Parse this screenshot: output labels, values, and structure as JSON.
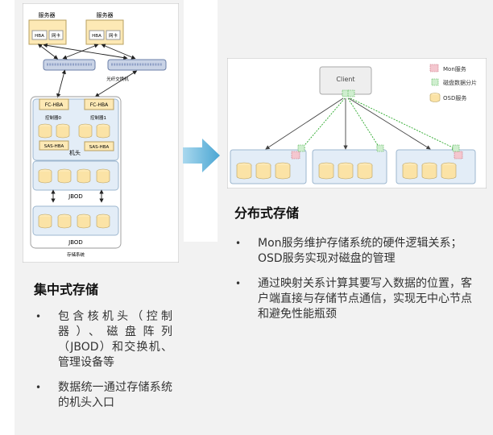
{
  "left_diagram": {
    "server_label": "服务器",
    "hba_label": "HBA",
    "nic_label": "网卡",
    "switch_label": "光纤交换机",
    "fc_hba_label": "FC-HBA",
    "controller0_label": "控制器0",
    "controller1_label": "控制器1",
    "sas_hba_label": "SAS-HBA",
    "head_label": "机头",
    "jbod_label": "JBOD",
    "storage_system_label": "存储系统"
  },
  "right_diagram": {
    "client_label": "Client",
    "legend": [
      {
        "label": "Mon服务",
        "color": "#f4c7cf"
      },
      {
        "label": "磁盘数据分片",
        "color": "#cfeecf"
      },
      {
        "label": "OSD服务",
        "color": "#fbe3a6"
      }
    ]
  },
  "centralized": {
    "title": "集中式存储",
    "bullets": [
      "包含核机头（控制器）、磁盘阵列（JBOD）和交换机、管理设备等",
      "数据统一通过存储系统的机头入口"
    ]
  },
  "distributed": {
    "title": "分布式存储",
    "bullets": [
      "Mon服务维护存储系统的硬件逻辑关系；OSD服务实现对磁盘的管理",
      "通过映射关系计算其要写入数据的位置，客户端直接与存储节点通信，实现无中心节点和避免性能瓶颈"
    ]
  },
  "colors": {
    "arrow": "#5bb1d8",
    "panel_border": "#9db7cf",
    "disk": "#fbe3a6",
    "mon": "#f4c7cf",
    "shard": "#cfeecf"
  }
}
